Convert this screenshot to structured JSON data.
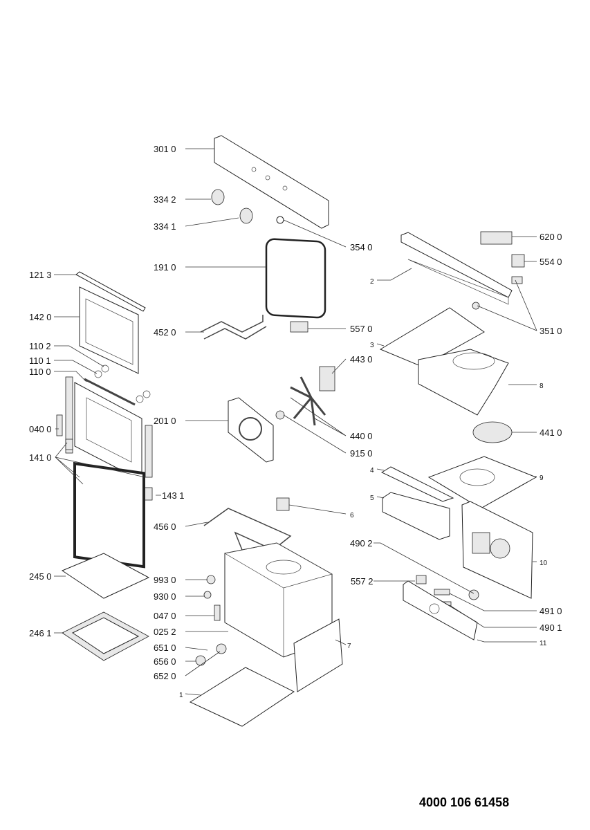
{
  "labels": [
    "301 0",
    "334 2",
    "334 1",
    "191 0",
    "452 0",
    "201 0",
    "456 0",
    "993 0",
    "930 0",
    "047 0",
    "025 2",
    "651 0",
    "656 0",
    "652 0",
    "1",
    "121 3",
    "142 0",
    "110 2",
    "110 1",
    "110 0",
    "040 0",
    "141 0",
    "143 1",
    "245 0",
    "246 1",
    "354 0",
    "557 0",
    "443 0",
    "440 0",
    "915 0",
    "6",
    "490 2",
    "557 2",
    "7",
    "620 0",
    "554 0",
    "2",
    "351 0",
    "3",
    "8",
    "441 0",
    "4",
    "9",
    "5",
    "10",
    "491 0",
    "490 1",
    "11"
  ],
  "document_number": "4000 106 61458"
}
